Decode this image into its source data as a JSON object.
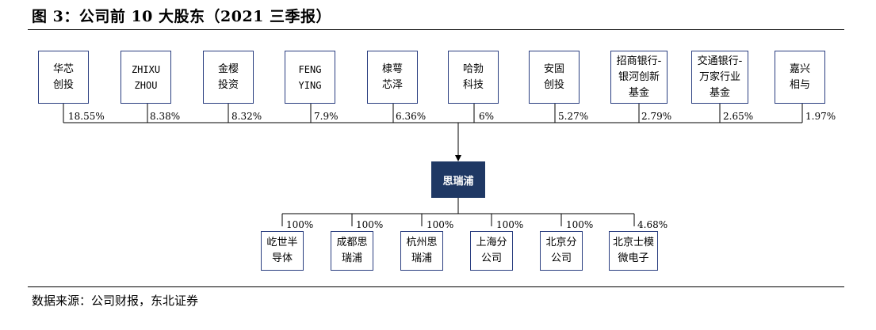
{
  "title": "图 3：公司前 10 大股东（2021 三季报）",
  "source": "数据来源：公司财报，东北证券",
  "shareholders": [
    {
      "line1": "华芯",
      "line2": "创投",
      "line3": "",
      "pct": "18.55%"
    },
    {
      "line1": "ZHIXU",
      "line2": "ZHOU",
      "line3": "",
      "pct": "8.38%"
    },
    {
      "line1": "金樱",
      "line2": "投资",
      "line3": "",
      "pct": "8.32%"
    },
    {
      "line1": "FENG",
      "line2": "YING",
      "line3": "",
      "pct": "7.9%"
    },
    {
      "line1": "棣萼",
      "line2": "芯泽",
      "line3": "",
      "pct": "6.36%"
    },
    {
      "line1": "哈勃",
      "line2": "科技",
      "line3": "",
      "pct": "6%"
    },
    {
      "line1": "安固",
      "line2": "创投",
      "line3": "",
      "pct": "5.27%"
    },
    {
      "line1": "招商银行-",
      "line2": "银河创新",
      "line3": "基金",
      "pct": "2.79%"
    },
    {
      "line1": "交通银行-",
      "line2": "万家行业",
      "line3": "基金",
      "pct": "2.65%"
    },
    {
      "line1": "嘉兴",
      "line2": "相与",
      "line3": "",
      "pct": "1.97%"
    }
  ],
  "company": "思瑞浦",
  "subsidiaries": [
    {
      "line1": "屹世半",
      "line2": "导体",
      "pct": "100%"
    },
    {
      "line1": "成都思",
      "line2": "瑞浦",
      "pct": "100%"
    },
    {
      "line1": "杭州思",
      "line2": "瑞浦",
      "pct": "100%"
    },
    {
      "line1": "上海分",
      "line2": "公司",
      "pct": "100%"
    },
    {
      "line1": "北京分",
      "line2": "公司",
      "pct": "100%"
    },
    {
      "line1": "北京士模",
      "line2": "微电子",
      "pct": "4.68%"
    }
  ]
}
